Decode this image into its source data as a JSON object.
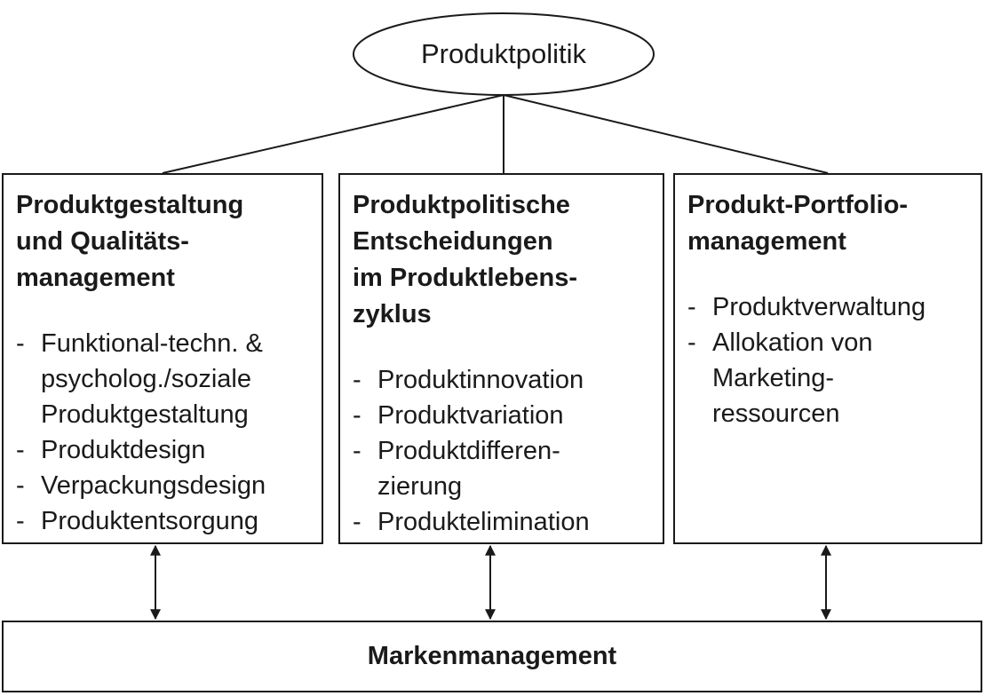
{
  "diagram": {
    "root": {
      "label": "Produktpolitik"
    },
    "boxes": [
      {
        "title": "Produktgestaltung\nund Qualitäts-\nmanagement",
        "items": [
          "Funktional-techn. &\npsycholog./soziale\nProduktgestaltung",
          "Produktdesign",
          "Verpackungsdesign",
          "Produktentsorgung"
        ]
      },
      {
        "title": "Produktpolitische\nEntscheidungen\nim Produktlebens-\nzyklus",
        "items": [
          "Produktinnovation",
          "Produktvariation",
          "Produktdifferen-\nzierung",
          "Produktelimination"
        ]
      },
      {
        "title": "Produkt-Portfolio-\nmanagement",
        "items": [
          "Produktverwaltung",
          "Allokation von\nMarketing-\nressourcen"
        ]
      }
    ],
    "bottom": {
      "label": "Markenmanagement"
    },
    "bullet_symbol": "-"
  }
}
